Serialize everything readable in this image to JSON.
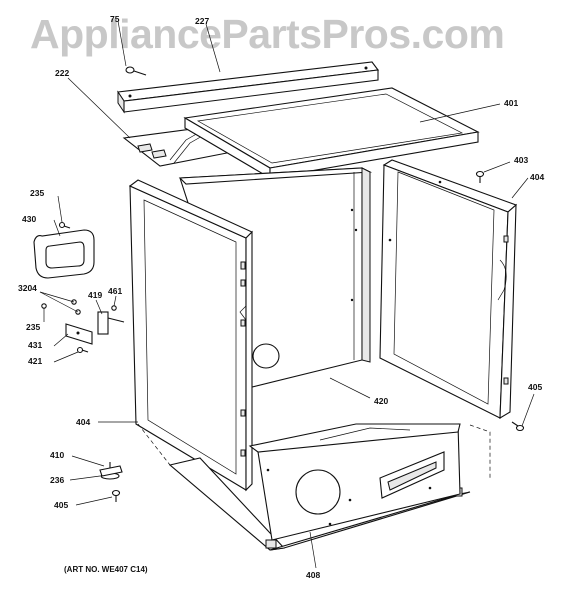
{
  "watermark": "AppliancePartsPros.com",
  "art_number": "(ART NO. WE407 C14)",
  "callouts": {
    "c75": "75",
    "c227": "227",
    "c222": "222",
    "c401": "401",
    "c403": "403",
    "c404_right": "404",
    "c235_top": "235",
    "c430": "430",
    "c3204": "3204",
    "c419": "419",
    "c461": "461",
    "c235_mid": "235",
    "c431": "431",
    "c421": "421",
    "c420": "420",
    "c405_right": "405",
    "c404_left": "404",
    "c410": "410",
    "c236": "236",
    "c405_left": "405",
    "c408": "408"
  }
}
